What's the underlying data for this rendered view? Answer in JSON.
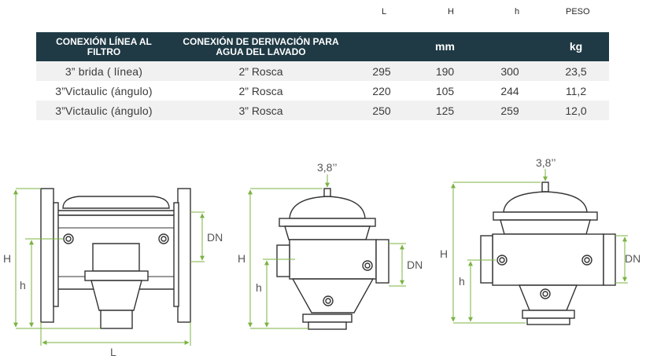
{
  "top_headers": {
    "l": "L",
    "h_upper": "H",
    "h_lower": "h",
    "peso": "PESO"
  },
  "table": {
    "header": {
      "col1": "CONEXIÓN LÍNEA AL FILTRO",
      "col2": "CONEXIÓN DE DERIVACIÓN PARA AGUA DEL LAVADO",
      "unit_mm": "mm",
      "unit_kg": "kg"
    },
    "rows": [
      {
        "linea": "3” brida ( línea)",
        "derivacion": "2” Rosca",
        "L": "295",
        "H": "190",
        "h": "300",
        "peso": "23,5"
      },
      {
        "linea": "3”Victaulic (ángulo)",
        "derivacion": "2” Rosca",
        "L": "220",
        "H": "105",
        "h": "244",
        "peso": "11,2"
      },
      {
        "linea": "3”Victaulic (ángulo)",
        "derivacion": "3” Rosca",
        "L": "250",
        "H": "125",
        "h": "259",
        "peso": "12,0"
      }
    ]
  },
  "drawings": {
    "d1": {
      "H": "H",
      "h": "h",
      "DN": "DN",
      "L": "L"
    },
    "d2": {
      "top": "3,8’’",
      "H": "H",
      "h": "h",
      "DN": "DN"
    },
    "d3": {
      "top": "3,8’’",
      "H": "H",
      "h": "h",
      "DN": "DN"
    }
  },
  "colors": {
    "header_bg": "#1f3a45",
    "dimension_green": "#7bb342",
    "drawing_stroke": "#333333"
  }
}
